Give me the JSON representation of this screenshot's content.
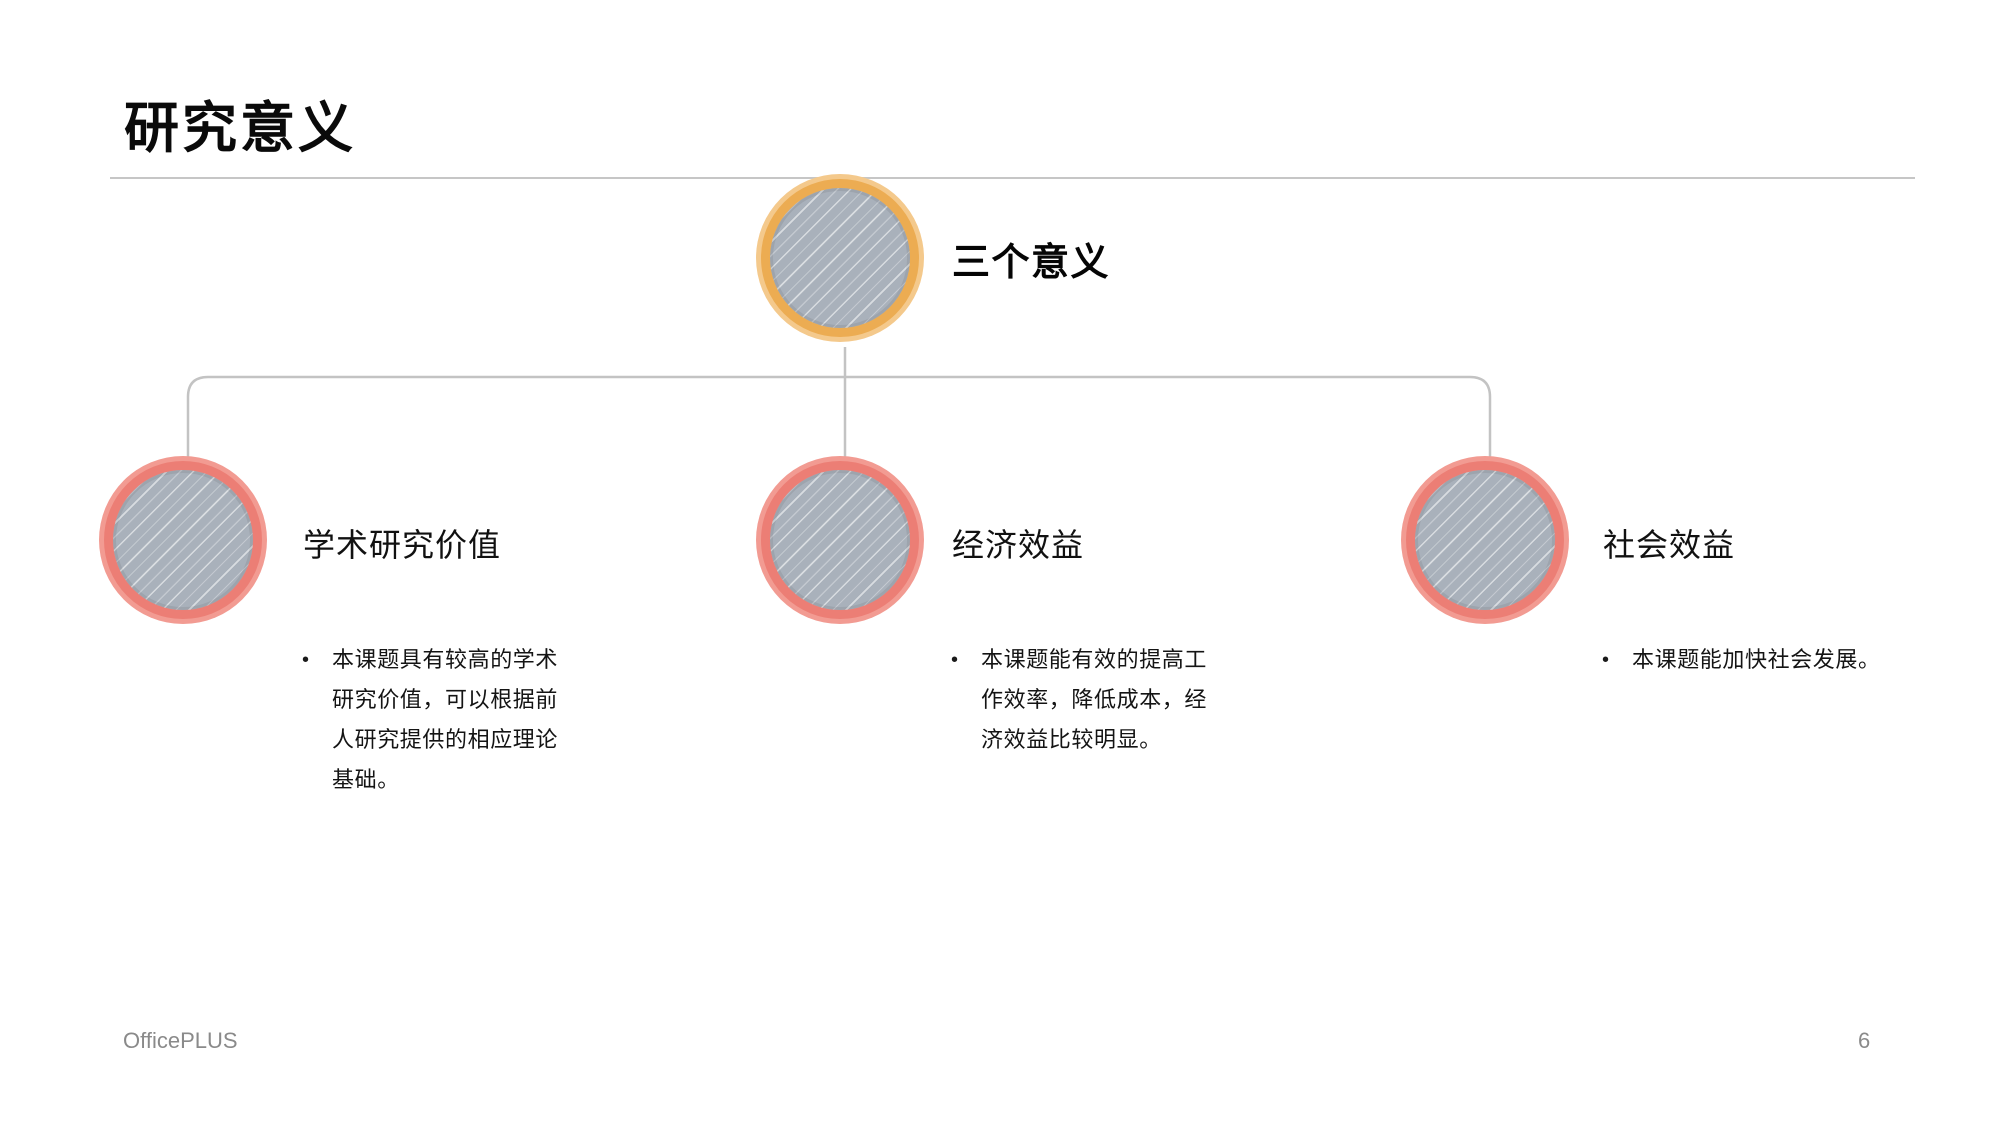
{
  "slide": {
    "title": "研究意义",
    "footer": {
      "brand": "OfficePLUS",
      "page_number": "6"
    }
  },
  "diagram": {
    "root_label": "三个意义",
    "bullet_char": "•",
    "children": [
      {
        "title": "学术研究价值",
        "bullet": "本课题具有较高的学术研究价值，可以根据前人研究提供的相应理论基础。"
      },
      {
        "title": "经济效益",
        "bullet": "本课题能有效的提高工作效率，降低成本，经济效益比较明显。"
      },
      {
        "title": "社会效益",
        "bullet": "本课题能加快社会发展。"
      }
    ],
    "colors": {
      "root_ring": "#ECAC52",
      "root_halo": "#F4C98C",
      "child_ring": "#EC7E75",
      "child_halo": "#F29B92",
      "node_fill": "#A9B1BB",
      "connector": "#C3C3C3"
    }
  }
}
